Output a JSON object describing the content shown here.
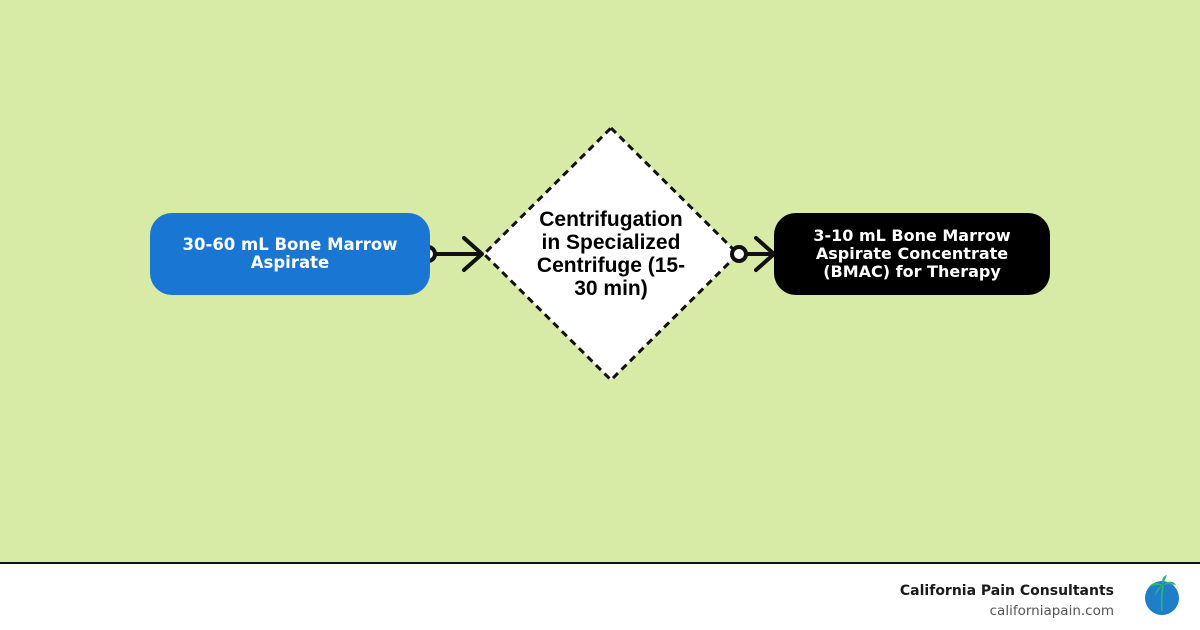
{
  "colors": {
    "background": "#d7eaa6",
    "source_fill": "#1976d2",
    "target_fill": "#000000",
    "process_fill": "#ffffff",
    "stroke": "#111111",
    "logo_blue": "#1e7fc8",
    "logo_palm": "#2bb673"
  },
  "diagram": {
    "nodes": [
      {
        "id": "source",
        "shape": "rounded-rectangle",
        "label": "30-60 mL Bone Marrow\nAspirate"
      },
      {
        "id": "process",
        "shape": "diamond-dashed",
        "label": "Centrifugation\nin Specialized\nCentrifuge (15-\n30 min)"
      },
      {
        "id": "target",
        "shape": "rounded-rectangle",
        "label": "3-10 mL Bone Marrow\nAspirate Concentrate\n(BMAC) for Therapy"
      }
    ],
    "edges": [
      {
        "from": "source",
        "to": "process",
        "start_marker": "circle",
        "end_marker": "open-arrow"
      },
      {
        "from": "process",
        "to": "target",
        "start_marker": "circle",
        "end_marker": "open-arrow"
      }
    ]
  },
  "footer": {
    "company": "California Pain Consultants",
    "url": "californiapain.com",
    "logo_icon": "globe-palm-icon"
  }
}
